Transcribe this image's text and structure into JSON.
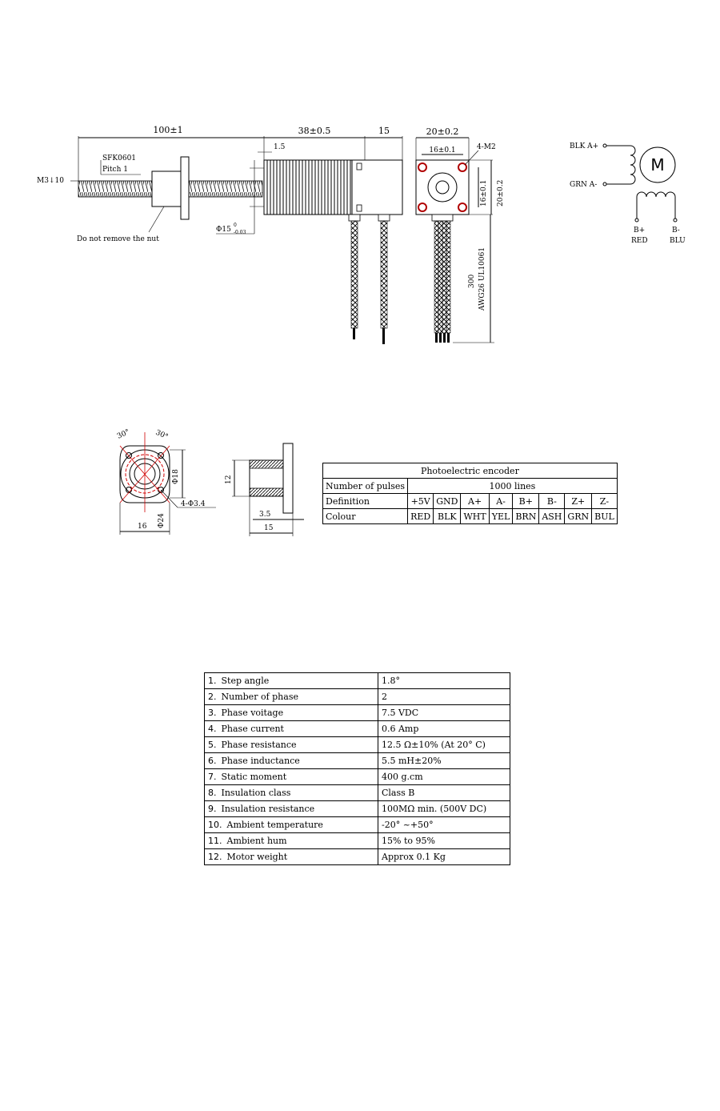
{
  "side_view": {
    "dim_screw_length": "100±1",
    "dim_body_length": "38±0.5",
    "dim_encoder_length": "15",
    "dim_flange_offset": "1.5",
    "label_nut_model": "SFK0601",
    "label_pitch": "Pitch 1",
    "label_thread": "M3↓10",
    "label_nut_warning": "Do not remove the nut",
    "dim_boss_diameter": "Φ15",
    "dim_boss_tol_upper": "0",
    "dim_boss_tol_lower": "-0.03"
  },
  "front_view": {
    "dim_width_outer": "20±0.2",
    "dim_width_inner": "16±0.1",
    "label_holes": "4-M2",
    "dim_height_inner": "16±0.1",
    "dim_height_outer": "20±0.2",
    "dim_lead_length": "300",
    "label_wire": "AWG26 UL10061"
  },
  "wiring": {
    "a_plus": "BLK A+",
    "a_minus": "GRN A-",
    "motor": "M",
    "b_plus": "B+",
    "b_plus_color": "RED",
    "b_minus": "B-",
    "b_minus_color": "BLU"
  },
  "nut_view": {
    "angle_left": "30°",
    "angle_right": "30°",
    "dim_flange_dia": "Φ18",
    "dim_holes": "4-Φ3.4",
    "dim_outer_dia": "Φ24",
    "dim_width": "16",
    "dim_height": "12",
    "dim_flange_thick": "3.5",
    "dim_length": "15"
  },
  "encoder_table": {
    "title": "Photoelectric encoder",
    "pulses_label": "Number of pulses",
    "pulses_value": "1000 lines",
    "definition_label": "Definition",
    "definitions": [
      "+5V",
      "GND",
      "A+",
      "A-",
      "B+",
      "B-",
      "Z+",
      "Z-"
    ],
    "colour_label": "Colour",
    "colours": [
      "RED",
      "BLK",
      "WHT",
      "YEL",
      "BRN",
      "ASH",
      "GRN",
      "BUL"
    ]
  },
  "spec_table": {
    "rows": [
      {
        "num": "1.",
        "param": "Step angle",
        "value": "1.8°"
      },
      {
        "num": "2.",
        "param": "Number of phase",
        "value": "2"
      },
      {
        "num": "3.",
        "param": "Phase voitage",
        "value": "7.5 VDC"
      },
      {
        "num": "4.",
        "param": "Phase current",
        "value": "0.6 Amp"
      },
      {
        "num": "5.",
        "param": "Phase resistance",
        "value": "12.5 Ω±10% (At 20° C)"
      },
      {
        "num": "6.",
        "param": "Phase inductance",
        "value": "5.5 mH±20%"
      },
      {
        "num": "7.",
        "param": "Static moment",
        "value": "400 g.cm"
      },
      {
        "num": "8.",
        "param": "Insulation class",
        "value": "Class B"
      },
      {
        "num": "9.",
        "param": "Insulation resistance",
        "value": "100MΩ min. (500V DC)"
      },
      {
        "num": "10.",
        "param": "Ambient temperature",
        "value": "-20° ~+50°"
      },
      {
        "num": "11.",
        "param": "Ambient hum",
        "value": "15% to 95%"
      },
      {
        "num": "12.",
        "param": "Motor weight",
        "value": "Approx 0.1 Kg"
      }
    ]
  }
}
